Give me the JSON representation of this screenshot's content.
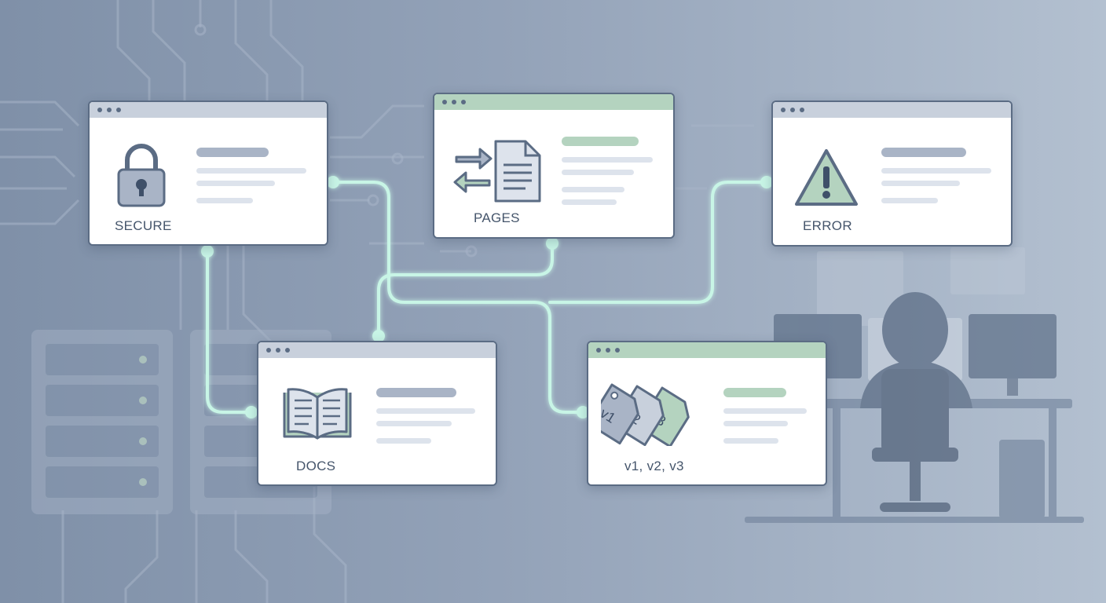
{
  "cards": {
    "secure": {
      "label": "SECURE",
      "icon": "lock-icon"
    },
    "pages": {
      "label": "PAGES",
      "icon": "redirect-document-icon"
    },
    "error": {
      "label": "ERROR",
      "icon": "warning-triangle-icon"
    },
    "docs": {
      "label": "DOCS",
      "icon": "open-book-icon"
    },
    "versions": {
      "label": "v1, v2, v3",
      "icon": "version-tags-icon",
      "tags": [
        "v1",
        "v2",
        "v3"
      ]
    }
  },
  "colors": {
    "connector": "#c8f5e6",
    "border": "#5b6c84",
    "accent_green": "#b4d3bf",
    "titlebar_gray": "#c8d0dc"
  }
}
